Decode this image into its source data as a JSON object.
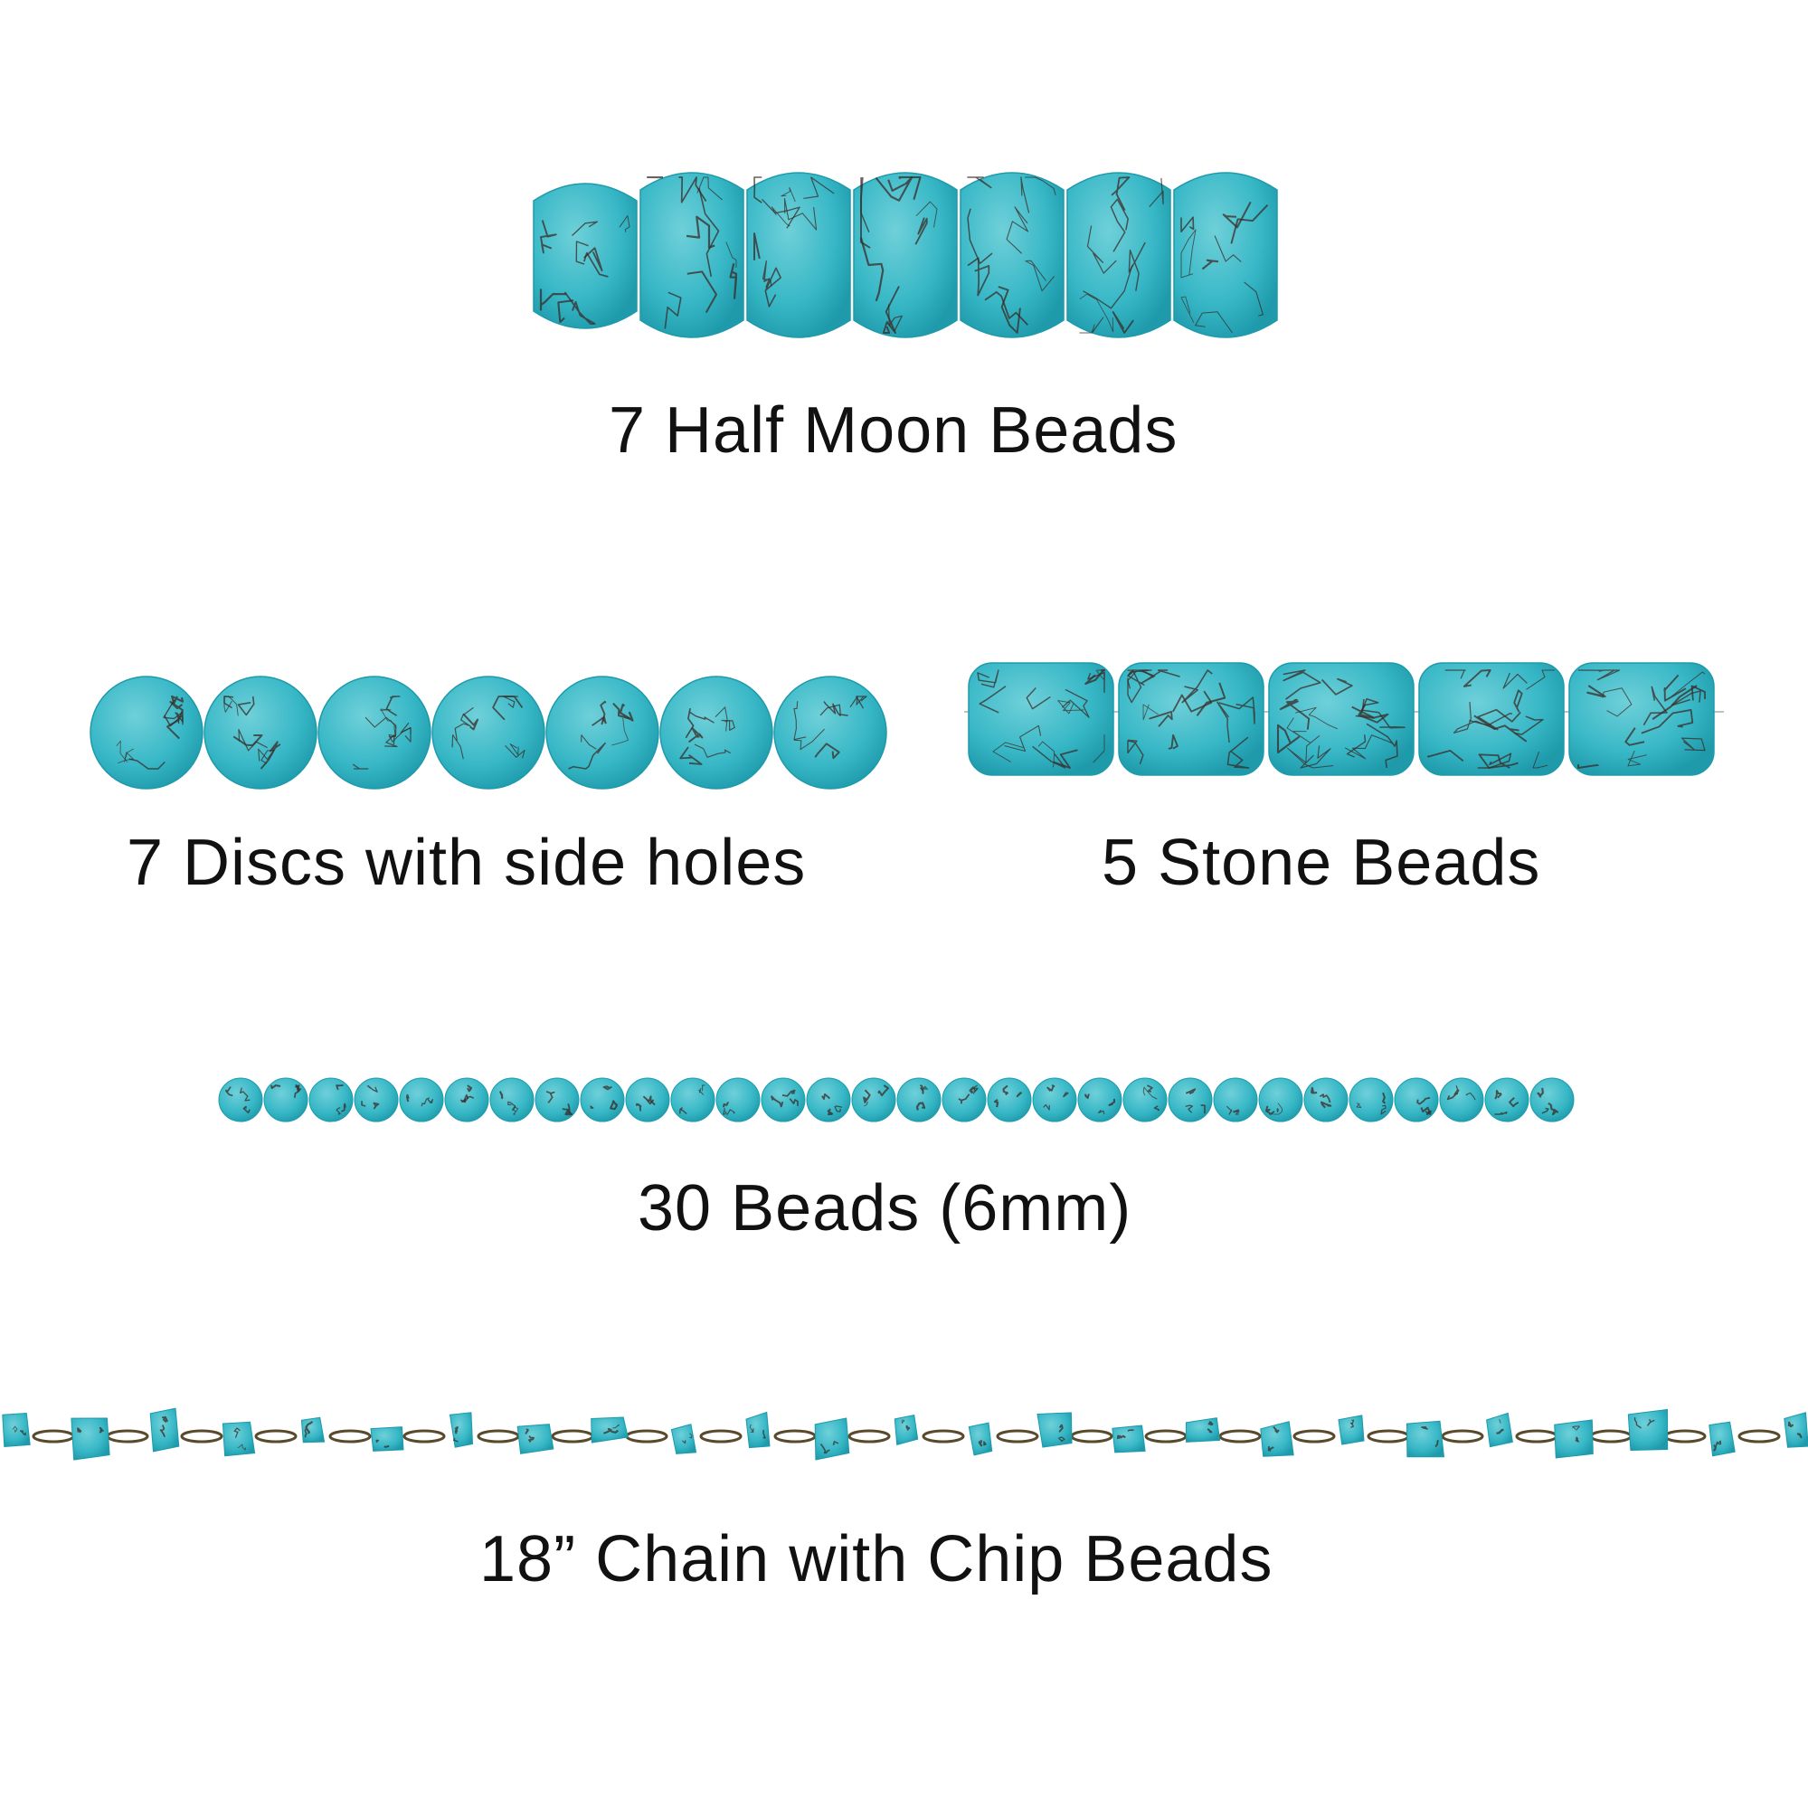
{
  "colors": {
    "background": "#ffffff",
    "turquoise": "#37b7c6",
    "turquoise_dark": "#1e9aab",
    "turquoise_light": "#6fd0d9",
    "matrix_veins": "#3a2b26",
    "chain_wire": "#5a4a2c",
    "text": "#111111"
  },
  "sections": {
    "half_moon": {
      "label": "7 Half Moon Beads",
      "count": 7
    },
    "discs": {
      "label": "7 Discs with side holes",
      "count": 7
    },
    "stone": {
      "label": "5 Stone Beads",
      "count": 5
    },
    "round": {
      "label": "30 Beads (6mm)",
      "count": 30
    },
    "chain": {
      "label": "18” Chain with Chip Beads"
    }
  }
}
